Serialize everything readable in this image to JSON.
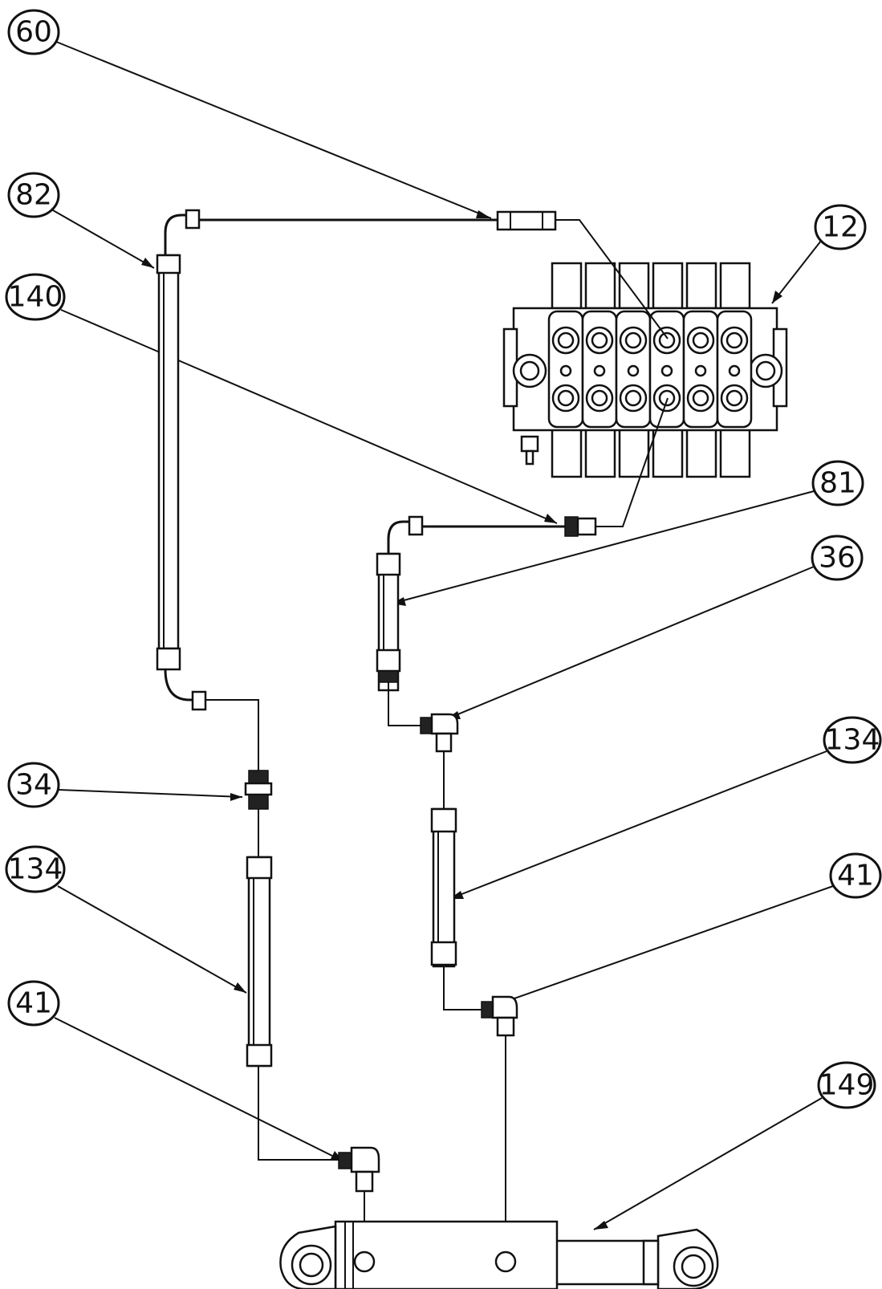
{
  "callouts": [
    {
      "id": "c60",
      "label": "60"
    },
    {
      "id": "c82",
      "label": "82"
    },
    {
      "id": "c140",
      "label": "140"
    },
    {
      "id": "c12",
      "label": "12"
    },
    {
      "id": "c81",
      "label": "81"
    },
    {
      "id": "c36",
      "label": "36"
    },
    {
      "id": "c134r",
      "label": "134"
    },
    {
      "id": "c34",
      "label": "34"
    },
    {
      "id": "c134l",
      "label": "134"
    },
    {
      "id": "c41r",
      "label": "41"
    },
    {
      "id": "c41l",
      "label": "41"
    },
    {
      "id": "c149",
      "label": "149"
    }
  ]
}
